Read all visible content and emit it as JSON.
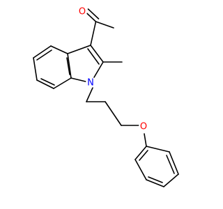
{
  "molecule": {
    "atom_labels": [
      {
        "id": "O1",
        "text": "O",
        "color": "#ff0000"
      },
      {
        "id": "N1",
        "text": "N",
        "color": "#0000ff"
      },
      {
        "id": "O2",
        "text": "O",
        "color": "#ff0000"
      }
    ]
  }
}
